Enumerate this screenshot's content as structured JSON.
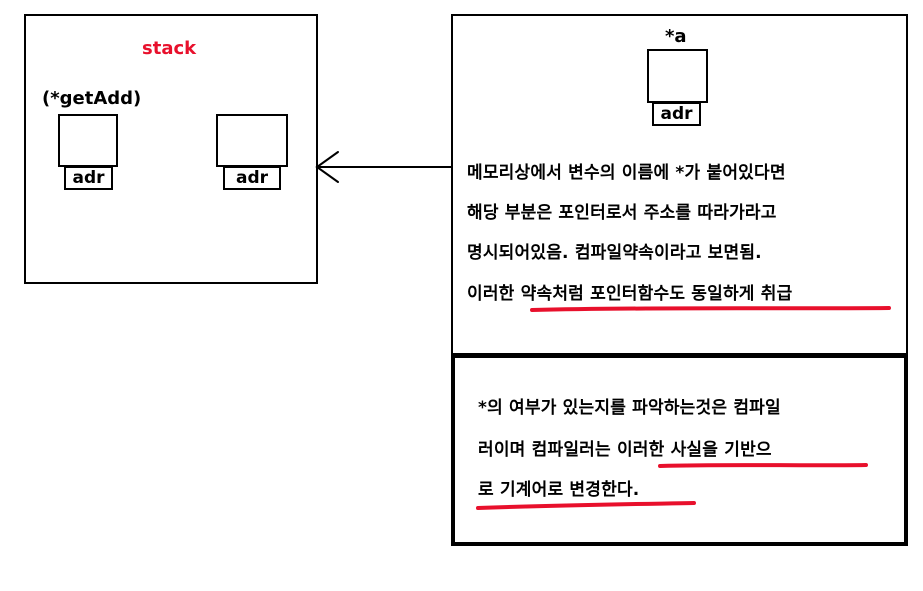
{
  "colors": {
    "accent_red": "#e8102c",
    "ink": "#000000"
  },
  "stack": {
    "title": "stack",
    "getadd_label": "(*getAdd)",
    "left_cell_tag": "adr",
    "right_cell_tag": "adr"
  },
  "heap": {
    "pointer_label": "*a",
    "cell_tag": "adr",
    "lines": [
      "메모리상에서 변수의 이름에 *가 붙어있다면",
      "해당 부분은 포인터로서 주소를 따라가라고",
      "명시되어있음. 컴파일약속이라고 보면됨.",
      "이러한 약속처럼 포인터함수도 동일하게 취급"
    ]
  },
  "note": {
    "lines": [
      "*의 여부가 있는지를 파악하는것은 컴파일",
      "러이며 컴파일러는 이러한 사실을 기반으",
      "로 기계어로 변경한다."
    ]
  }
}
